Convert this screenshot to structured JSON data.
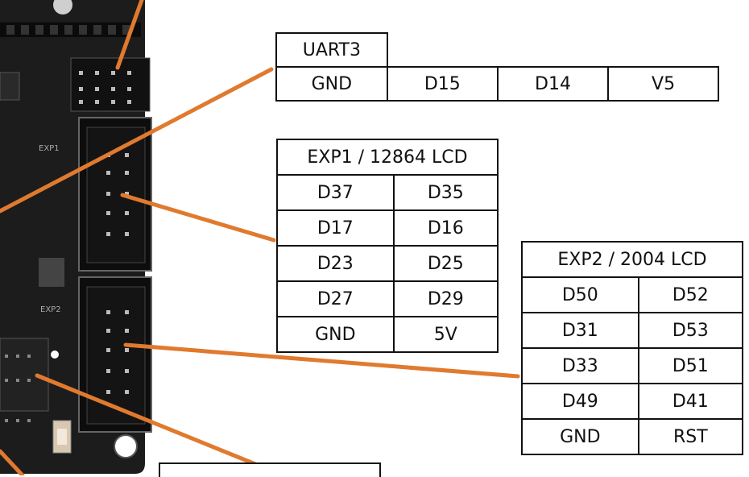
{
  "uart3": {
    "title": "UART3",
    "pins": [
      "GND",
      "D15",
      "D14",
      "V5"
    ]
  },
  "exp1": {
    "title": "EXP1 / 12864 LCD",
    "rows": [
      [
        "D37",
        "D35"
      ],
      [
        "D17",
        "D16"
      ],
      [
        "D23",
        "D25"
      ],
      [
        "D27",
        "D29"
      ],
      [
        "GND",
        "5V"
      ]
    ]
  },
  "exp2": {
    "title": "EXP2 / 2004 LCD",
    "rows": [
      [
        "D50",
        "D52"
      ],
      [
        "D31",
        "D53"
      ],
      [
        "D33",
        "D51"
      ],
      [
        "D49",
        "D41"
      ],
      [
        "GND",
        "RST"
      ]
    ]
  },
  "i2c": {
    "title": ""
  },
  "board": {
    "exp1_silkscreen": "EXP1",
    "exp2_silkscreen": "EXP2"
  },
  "colors": {
    "leader_line": "#e07a2e",
    "board": "#1b1b1b"
  }
}
